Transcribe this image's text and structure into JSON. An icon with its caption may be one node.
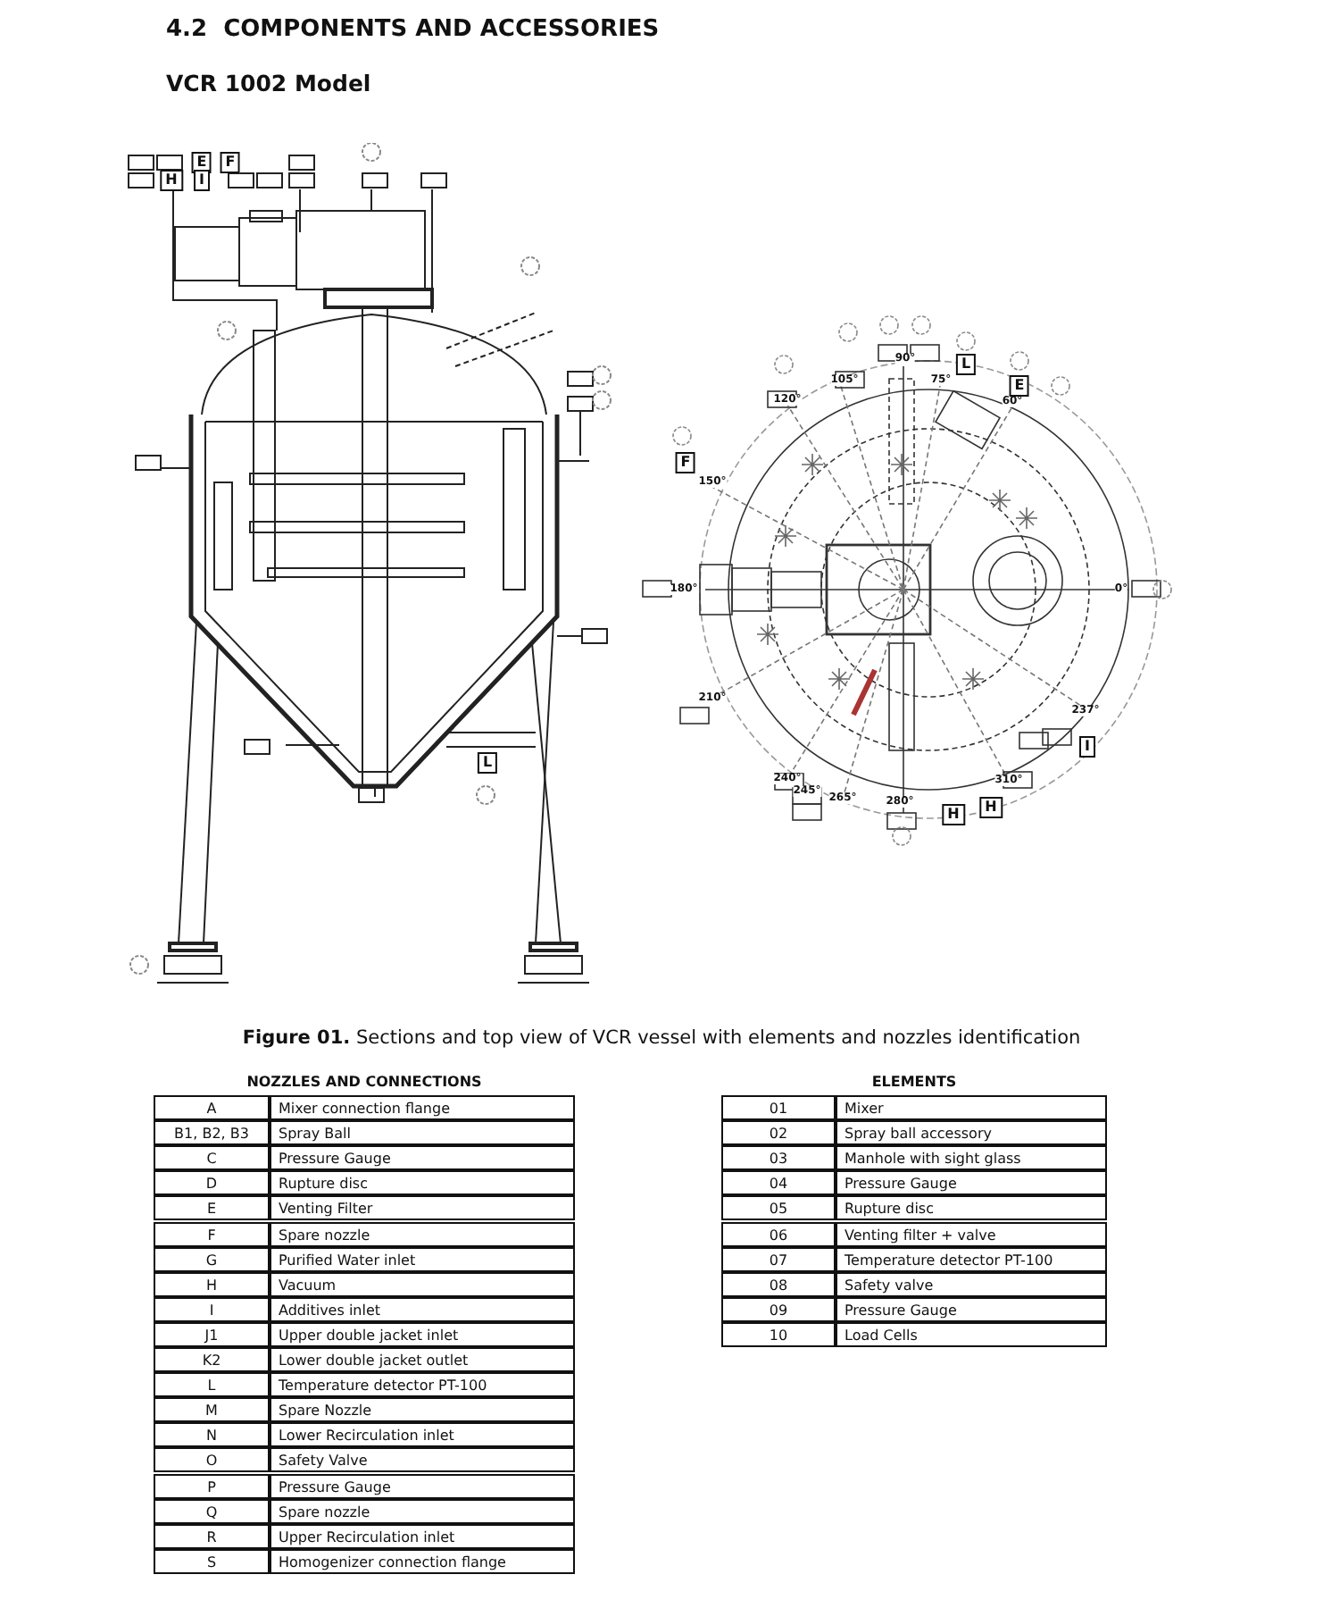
{
  "diagram": {
    "title": "4.2  COMPONENTS AND ACCESSORIES",
    "caption": "**Figure 01.** Sections and top view of VCR vessel with elements and nozzles identification",
    "labels": [
      "VCR 1002 Model",
      "E",
      "F",
      "H",
      "I",
      "L",
      "90°",
      "105°",
      "75°",
      "120°",
      "60°",
      "L",
      "E",
      "F",
      "150°",
      "180°",
      "0°",
      "210°",
      "237°",
      "I",
      "240°",
      "310°",
      "245°",
      "265°",
      "280°",
      "H",
      "H",
      "NOZZLES AND CONNECTIONS",
      "A",
      "Mixer connection flange",
      "B1, B2, B3",
      "Spray Ball",
      "C",
      "Pressure Gauge",
      "D",
      "Rupture disc",
      "E",
      "Venting Filter",
      "F",
      "Spare nozzle",
      "G",
      "Purified Water inlet",
      "H",
      "Vacuum",
      "I",
      "Additives inlet",
      "J1",
      "Upper double jacket inlet",
      "K2",
      "Lower double jacket outlet",
      "L",
      "Temperature detector PT-100",
      "M",
      "Spare Nozzle",
      "N",
      "Lower Recirculation inlet",
      "O",
      "Safety Valve",
      "P",
      "Pressure Gauge",
      "Q",
      "Spare nozzle",
      "R",
      "Upper Recirculation inlet",
      "S",
      "Homogenizer connection flange",
      "ELEMENTS",
      "01",
      "Mixer",
      "02",
      "Spray ball accessory",
      "03",
      "Manhole with sight glass",
      "04",
      "Pressure Gauge",
      "05",
      "Rupture disc",
      "06",
      "Venting filter + valve",
      "07",
      "Temperature detector PT-100",
      "08",
      "Safety valve",
      "09",
      "Pressure Gauge",
      "10",
      "Load Cells"
    ]
  }
}
